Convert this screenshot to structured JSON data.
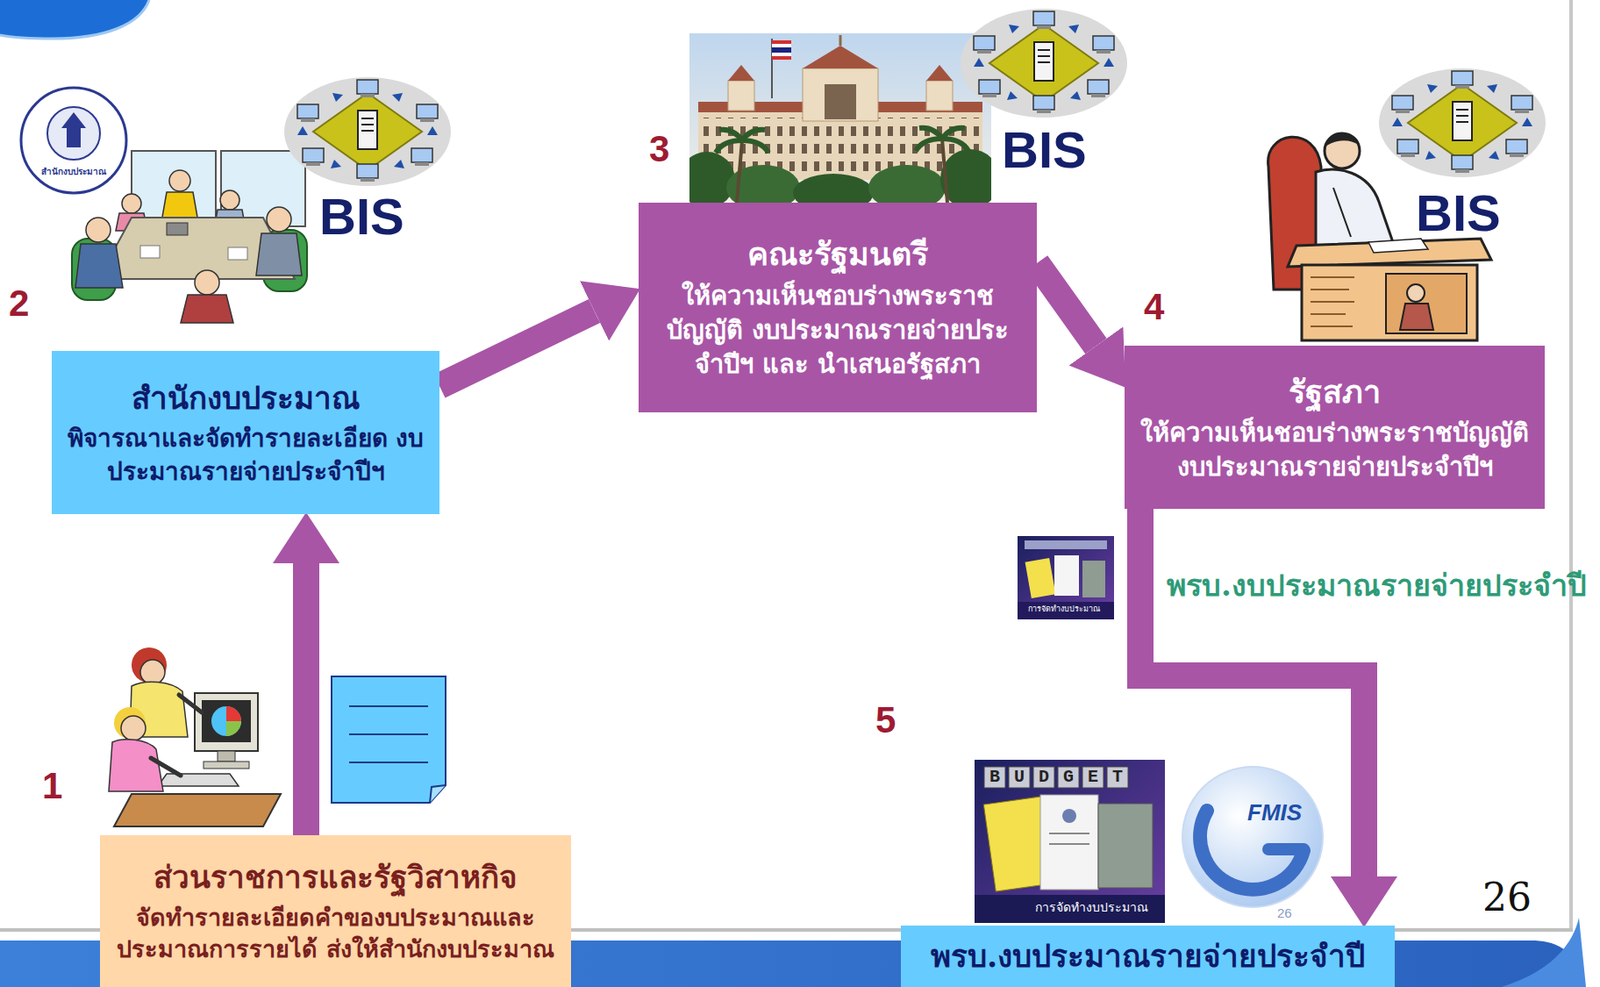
{
  "diagram": {
    "nodes": [
      {
        "text": [
          "ส่วนราชการและรัฐวิสาหกิจ",
          "จัดทำรายละเอียดคำของบประมาณและ ประมาณการรายได้ ส่งให้สำนักงบประมาณ"
        ]
      },
      {
        "text": [
          "สำนักงบประมาณ",
          "พิจารณาและจัดทำรายละเอียด งบประมาณรายจ่ายประจำปีฯ"
        ]
      },
      {
        "text": [
          "คณะรัฐมนตรี",
          "ให้ความเห็นชอบร่างพระราชบัญญัติ งบประมาณรายจ่ายประจำปีฯ และ นำเสนอรัฐสภา"
        ]
      },
      {
        "text": [
          "รัฐสภา",
          "ให้ความเห็นชอบร่างพระราชบัญญัติ งบประมาณรายจ่ายประจำปีฯ"
        ]
      },
      {
        "text": [
          "พรบ.งบประมาณรายจ่ายประจำปี"
        ]
      }
    ],
    "edges": [
      {
        "from": 0,
        "to": 1,
        "arrow": "to"
      },
      {
        "from": 1,
        "to": 2,
        "arrow": "to"
      },
      {
        "from": 2,
        "to": 3,
        "arrow": "to"
      },
      {
        "from": 3,
        "to": 4,
        "arrow": "to"
      }
    ],
    "labels": [
      "สำนักงบประมาณ",
      "BIS",
      "2",
      "3",
      "BIS",
      "4",
      "BIS",
      "พรบ.งบประมาณรายจ่ายประจำปี",
      "5",
      "1",
      "BUDGET",
      "การจัดทำงบประมาณ",
      "FMIS",
      "26",
      "26",
      "การจัดทำงบประมาณ"
    ]
  }
}
